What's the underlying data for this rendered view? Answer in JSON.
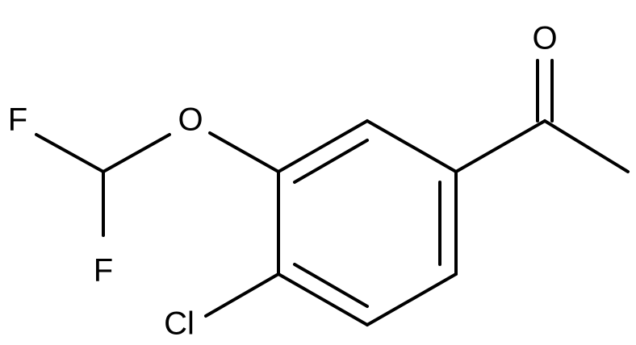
{
  "diagram": {
    "type": "chemical-structure",
    "bond_color": "#000000",
    "background_color": "#ffffff",
    "atoms": {
      "oxygen_carbonyl": "O",
      "oxygen_ether": "O",
      "fluorine_top": "F",
      "fluorine_bottom": "F",
      "chlorine": "Cl"
    }
  }
}
